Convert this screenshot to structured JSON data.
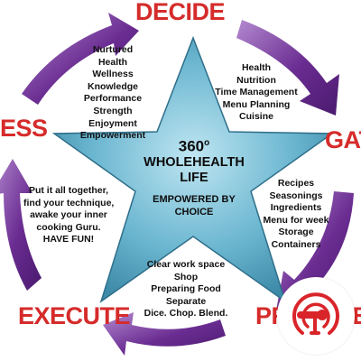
{
  "stages": {
    "decide": "DECIDE",
    "gather": "GATHER",
    "prepare": "PREPARE",
    "execute": "EXECUTE",
    "assess": "ASSESS"
  },
  "center": {
    "degree": "360",
    "degree_symbol": "o",
    "line1": "WHOLEHEALTH",
    "line2": "LIFE",
    "line3": "EMPOWERED BY",
    "line4": "CHOICE"
  },
  "lists": {
    "decide": [
      "Nurtured",
      "Health",
      "Wellness",
      "Knowledge",
      "Performance",
      "Strength",
      "Enjoyment",
      "Empowerment"
    ],
    "gather_focus": [
      "Health",
      "Nutrition",
      "Time Management",
      "Menu Planning",
      "Cuisine"
    ],
    "gather_items": [
      "Recipes",
      "Seasonings",
      "Ingredients",
      "Menu for week",
      "Storage",
      "Containers"
    ],
    "prepare": [
      "Clear work space",
      "Shop",
      "Preparing Food",
      "Separate",
      "Dice. Chop. Blend."
    ],
    "execute": [
      "Put it all together,",
      "find your technique,",
      "awake your inner",
      "cooking Guru.",
      "HAVE FUN!"
    ]
  },
  "colors": {
    "arrow_purple": "#6a2c91",
    "arrow_light": "#b48ad0",
    "star_blue": "#5aa6c2",
    "star_light": "#9fd2e4",
    "stage_red": "#d62b2b",
    "podcast_red": "#d9252a"
  },
  "icons": {
    "cycle": "circular-arrows",
    "center": "star",
    "badge": "podcast-microphone-icon"
  }
}
